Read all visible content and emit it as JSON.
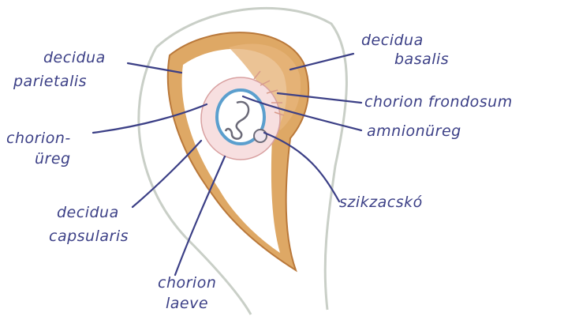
{
  "colors": {
    "ink": "#3b3f86",
    "uterus_outline": "#c9cfc7",
    "decidua_fill": "#d9a35f",
    "decidua_edge": "#b9783a",
    "chorion_fill": "#f7dfe0",
    "amnion_ring": "#5b9fce",
    "embryo": "#6b6a78"
  },
  "labels": {
    "decidua_parietalis": [
      "decidua",
      "parietalis"
    ],
    "decidua_basalis": [
      "decidua",
      "basalis"
    ],
    "chorion_frondosum": "chorion frondosum",
    "chorion_ureg": [
      "chorion-",
      "üreg"
    ],
    "amnionureg": "amnionüreg",
    "szikzacsko": "szikzacskó",
    "decidua_capsularis": [
      "decidua",
      "capsularis"
    ],
    "chorion_laeve": [
      "chorion",
      "laeve"
    ]
  }
}
